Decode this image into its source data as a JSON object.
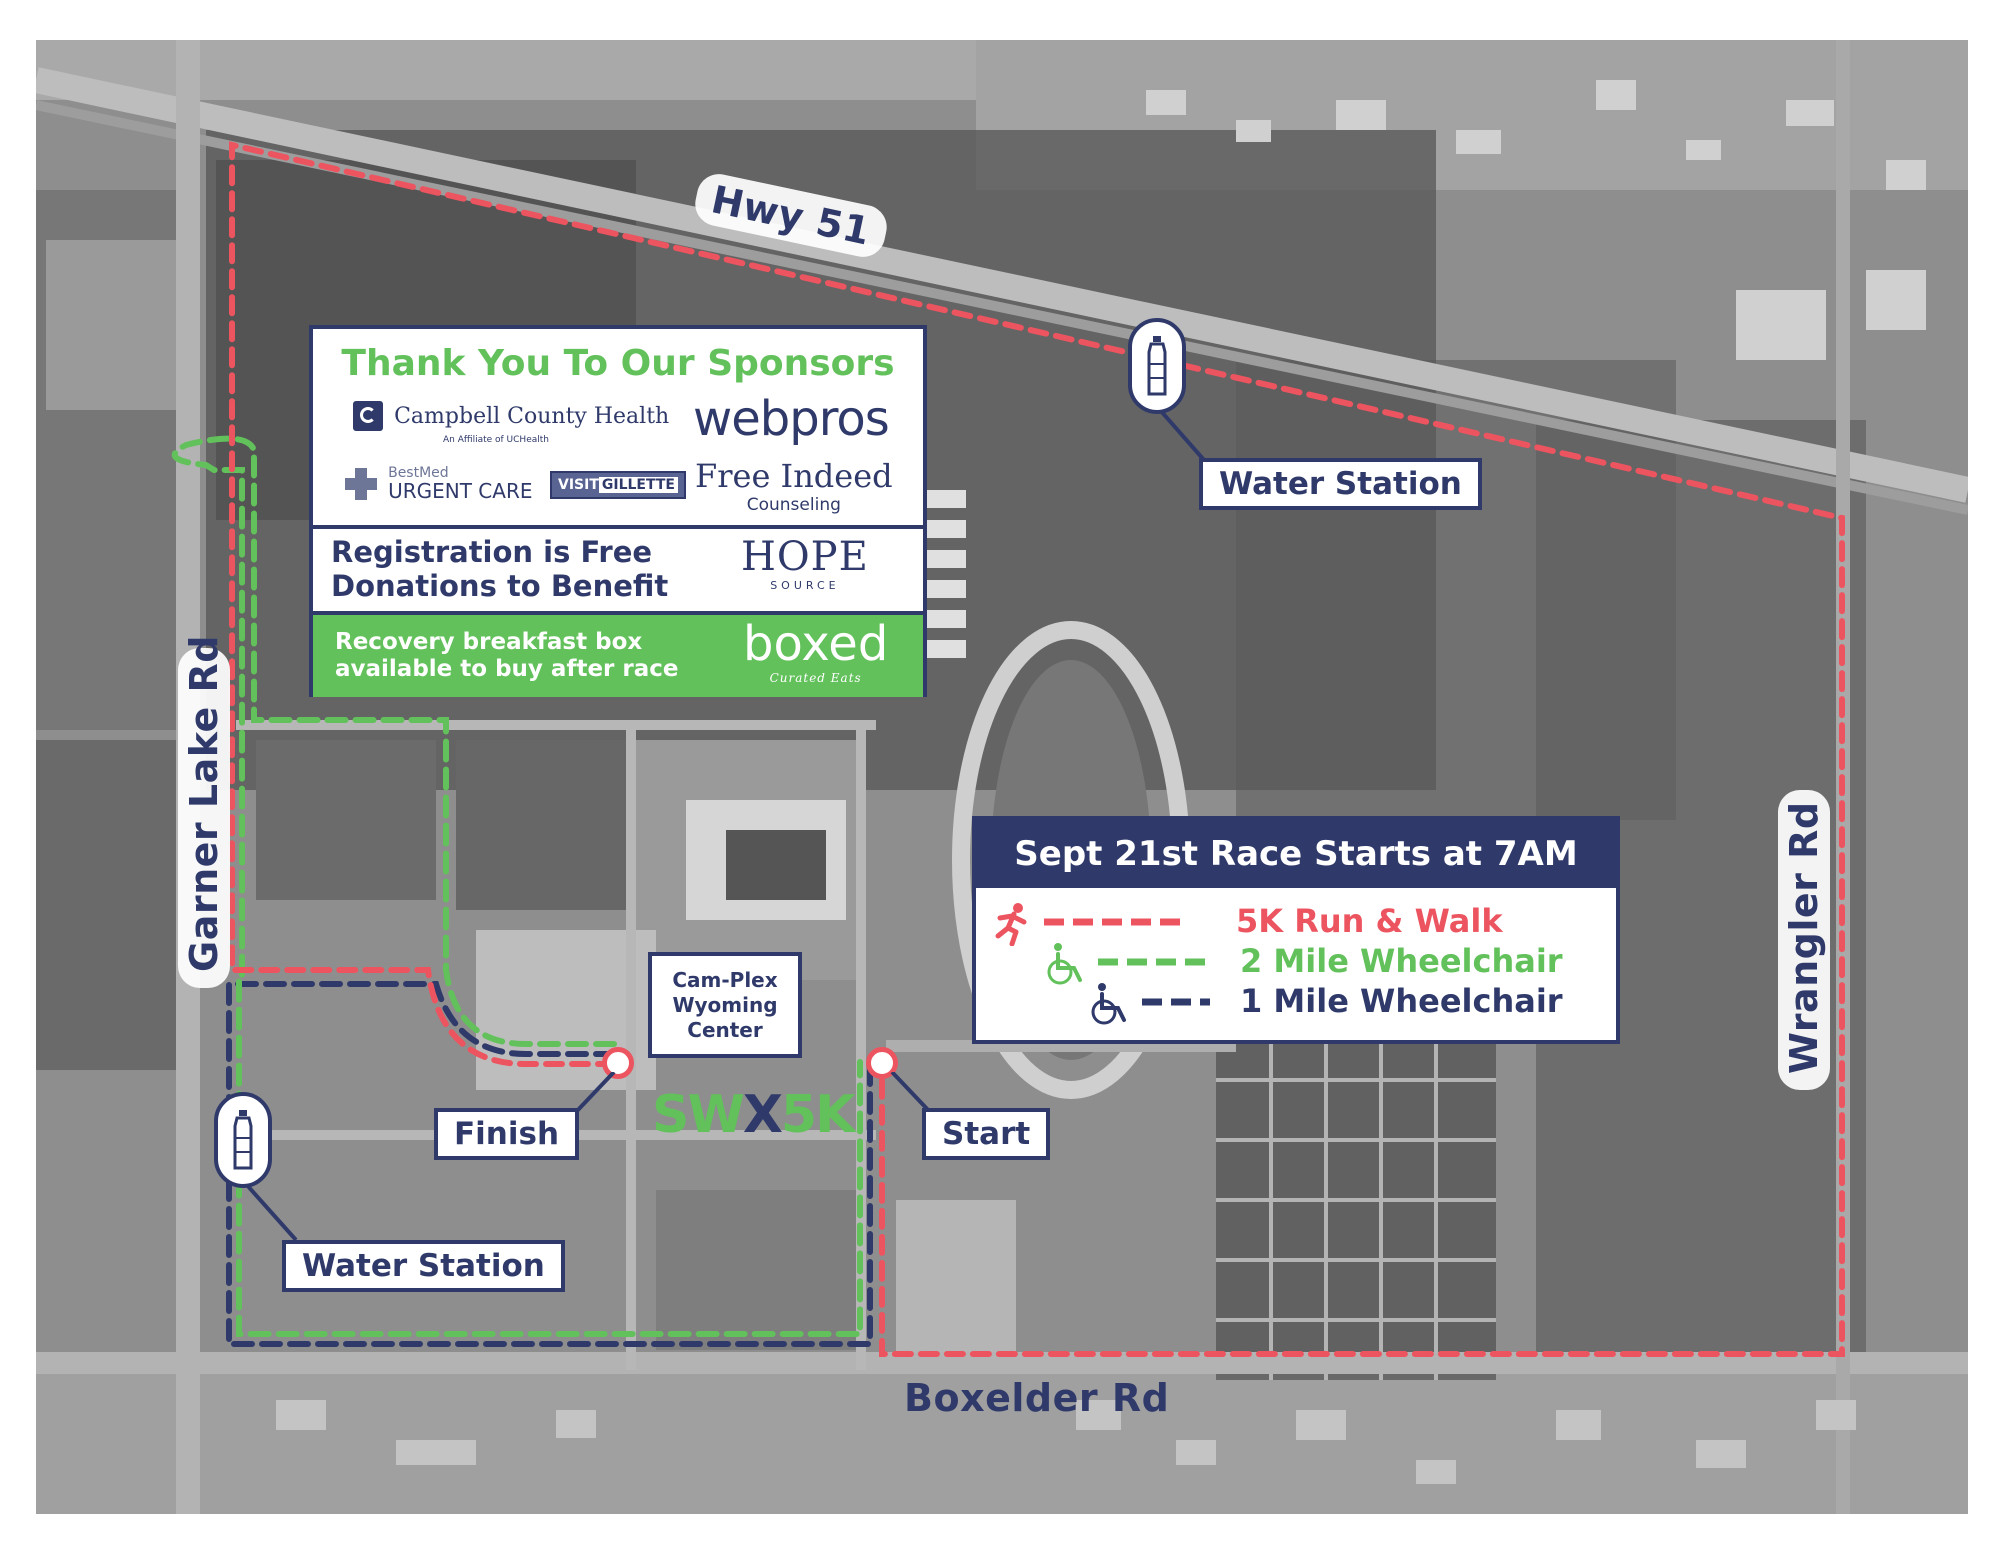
{
  "roads": {
    "hwy": "Hwy 51",
    "garner": "Garner Lake Rd",
    "wrangler": "Wrangler Rd",
    "boxelder": "Boxelder Rd"
  },
  "callouts": {
    "water_top": "Water Station",
    "water_bottom": "Water Station",
    "finish": "Finish",
    "start": "Start"
  },
  "venue": {
    "line1": "Cam-Plex",
    "line2": "Wyoming",
    "line3": "Center"
  },
  "race_logo": {
    "part1": "SW",
    "part2": "X",
    "part3": "5K"
  },
  "sponsors": {
    "title": "Thank You To Our Sponsors",
    "campbell": "Campbell County Health",
    "campbell_sub": "An Affiliate of UCHealth",
    "webpros": "webpros",
    "bestmed_top": "BestMed",
    "bestmed_bottom": "URGENT CARE",
    "visit_a": "VISIT",
    "visit_b": "GILLETTE",
    "free_indeed": "Free Indeed",
    "free_indeed_sub": "Counseling",
    "registration_line1": "Registration is Free",
    "registration_line2": "Donations to Benefit",
    "hope": "HOPE",
    "hope_sub": "SOURCE",
    "breakfast_line1": "Recovery breakfast box",
    "breakfast_line2": "available to buy after race",
    "boxed": "boxed",
    "boxed_sub": "Curated Eats"
  },
  "legend": {
    "title": "Sept 21st Race Starts at 7AM",
    "items": [
      {
        "label": "5K Run & Walk",
        "color": "#ec5560",
        "icon": "runner-icon"
      },
      {
        "label": "2 Mile Wheelchair",
        "color": "#62c15b",
        "icon": "wheelchair-icon"
      },
      {
        "label": "1 Mile Wheelchair",
        "color": "#2f3a6b",
        "icon": "wheelchair-icon"
      }
    ]
  },
  "colors": {
    "route_5k": "#ec5560",
    "route_2mile": "#62c15b",
    "route_1mile": "#2f3a6b",
    "navy": "#2f3a6b",
    "green": "#62c15b"
  }
}
